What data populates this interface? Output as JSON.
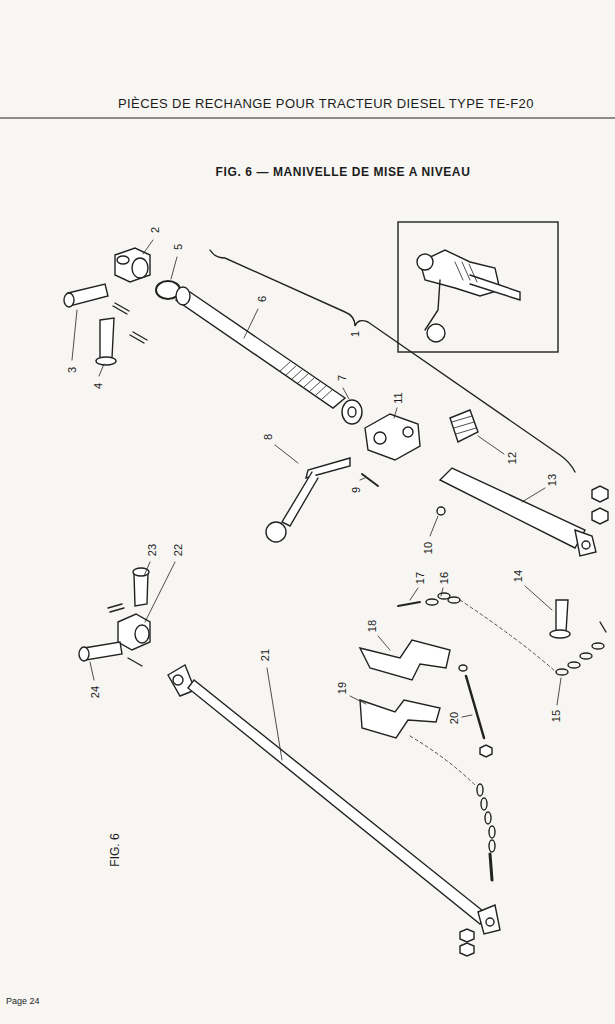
{
  "diagram": {
    "title": "FIG. 6 — MANIVELLE DE MISE A NIVEAU",
    "labels": [
      "PIÈCES DE RECHANGE POUR TRACTEUR DIESEL TYPE TE-F20",
      "1",
      "2",
      "3",
      "4",
      "5",
      "6",
      "7",
      "8",
      "9",
      "10",
      "11",
      "12",
      "13",
      "14",
      "15",
      "16",
      "17",
      "18",
      "19",
      "20",
      "21",
      "22",
      "23",
      "24",
      "FIG. 6",
      "Page 24"
    ]
  }
}
